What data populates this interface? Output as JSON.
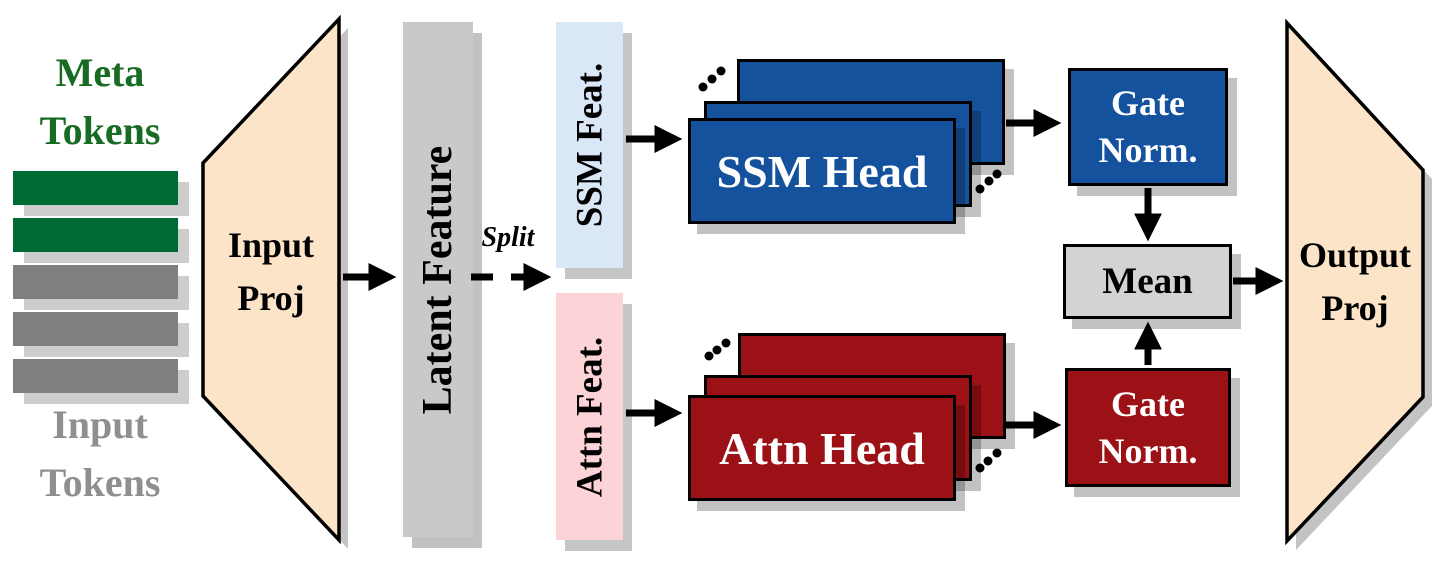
{
  "colors": {
    "meta-green": "#176b22",
    "token-green": "#006a34",
    "token-gray": "#7f7f7f",
    "input-gray-text": "#8f8f8f",
    "proj-peach": "#fce4c8",
    "latent-gray": "#c9c9c9",
    "ssm-feat-blue": "#dae7f6",
    "attn-feat-pink": "#fcd3d6",
    "head-blue": "#15529e",
    "head-red": "#9b1116",
    "mean-gray": "#d3d3d3",
    "shadow-gray": "#c3c3c3"
  },
  "labels": {
    "meta_tokens": [
      "Meta",
      "Tokens"
    ],
    "input_tokens": [
      "Input",
      "Tokens"
    ],
    "input_proj": [
      "Input",
      "Proj"
    ],
    "latent_feature": "Latent Feature",
    "split": "Split",
    "ssm_feat": "SSM Feat.",
    "attn_feat": "Attn Feat.",
    "ssm_head": "SSM Head",
    "attn_head": "Attn Head",
    "gate_norm_ssm": [
      "Gate",
      "Norm."
    ],
    "gate_norm_attn": [
      "Gate",
      "Norm."
    ],
    "mean": "Mean",
    "output_proj": [
      "Output",
      "Proj"
    ]
  },
  "token_bars": [
    "meta",
    "meta",
    "input",
    "input",
    "input"
  ]
}
